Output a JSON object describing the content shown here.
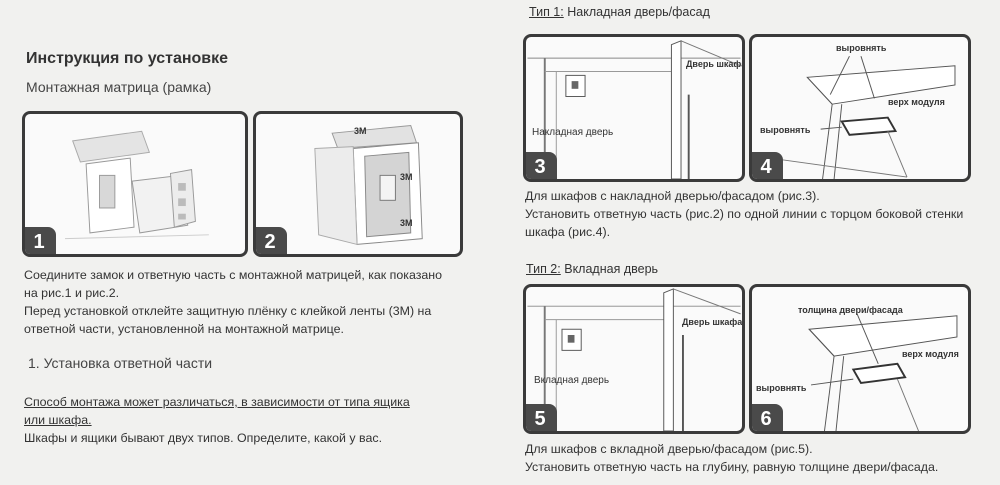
{
  "left": {
    "title": "Инструкция по установке",
    "subtitle": "Монтажная матрица (рамка)",
    "para1_lines": [
      "Соедините замок и ответную часть с монтажной матрицей, как показано",
      "на рис.1 и рис.2.",
      "Перед установкой отклейте защитную плёнку с клейкой ленты (3М) на",
      "ответной части, установленной на монтажной матрице."
    ],
    "section_heading": "1. Установка ответной части",
    "note_lines": [
      "Способ монтажа может различаться, в зависимости от типа ящика",
      "или шкафа."
    ],
    "note_text": "Шкафы и ящики бывают двух типов. Определите, какой у вас."
  },
  "figures": {
    "fig1": {
      "number": "1"
    },
    "fig2": {
      "number": "2",
      "tape_label": "3M"
    },
    "fig3": {
      "number": "3",
      "label_door": "Накладная дверь",
      "label_cabinet": "Дверь шкафа"
    },
    "fig4": {
      "number": "4",
      "label_align_top": "выровнять",
      "label_top": "верх модуля",
      "label_align_side": "выровнять"
    },
    "fig5": {
      "number": "5",
      "label_door": "Вкладная дверь",
      "label_cabinet": "Дверь шкафа"
    },
    "fig6": {
      "number": "6",
      "label_thickness": "толщина двери/фасада",
      "label_top": "верх модуля",
      "label_align": "выровнять"
    }
  },
  "type1": {
    "prefix": "Тип 1:",
    "name": "Накладная дверь/фасад",
    "desc_lines": [
      "Для шкафов с накладной дверью/фасадом (рис.3).",
      "Установить ответную часть (рис.2) по одной линии с торцом боковой стенки",
      "шкафа (рис.4)."
    ]
  },
  "type2": {
    "prefix": "Тип 2:",
    "name": "Вкладная дверь",
    "desc_lines": [
      "Для шкафов с вкладной дверью/фасадом (рис.5).",
      "Установить ответную часть на глубину, равную толщине двери/фасада."
    ]
  }
}
